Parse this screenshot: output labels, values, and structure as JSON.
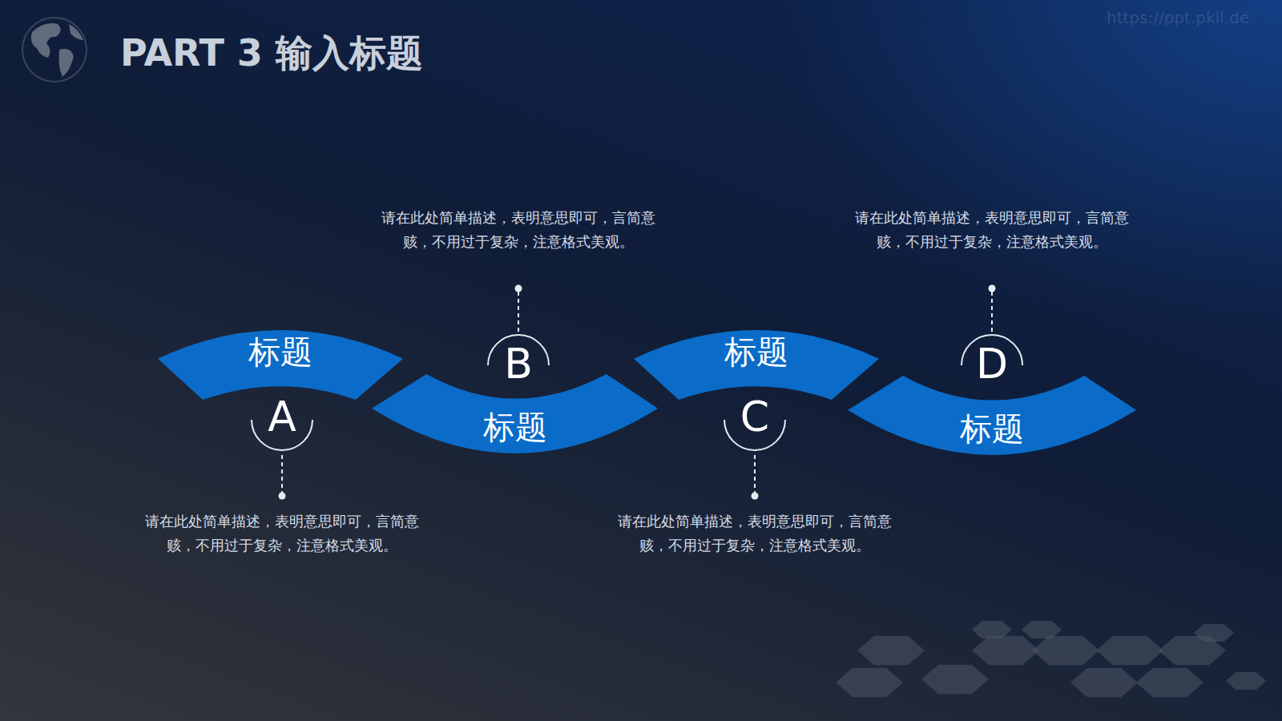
{
  "diagram": {
    "title": "PART 3 输入标题",
    "nodes": [
      {
        "text": [
          "标题"
        ]
      },
      {
        "text": [
          "标题"
        ]
      },
      {
        "text": [
          "标题"
        ]
      },
      {
        "text": [
          "标题"
        ]
      }
    ],
    "labels": [
      "A",
      "请在此处简单描述，表明意思即可，言简意 赅，不用过于复杂，注意格式美观。",
      "B",
      "请在此处简单描述，表明意思即可，言简意 赅，不用过于复杂，注意格式美观。",
      "C",
      "请在此处简单描述，表明意思即可，言简意 赅，不用过于复杂，注意格式美观。",
      "D",
      "请在此处简单描述，表明意思即可，言简意 赅，不用过于复杂，注意格式美观。",
      "https://ppt.pkll.de"
    ]
  }
}
